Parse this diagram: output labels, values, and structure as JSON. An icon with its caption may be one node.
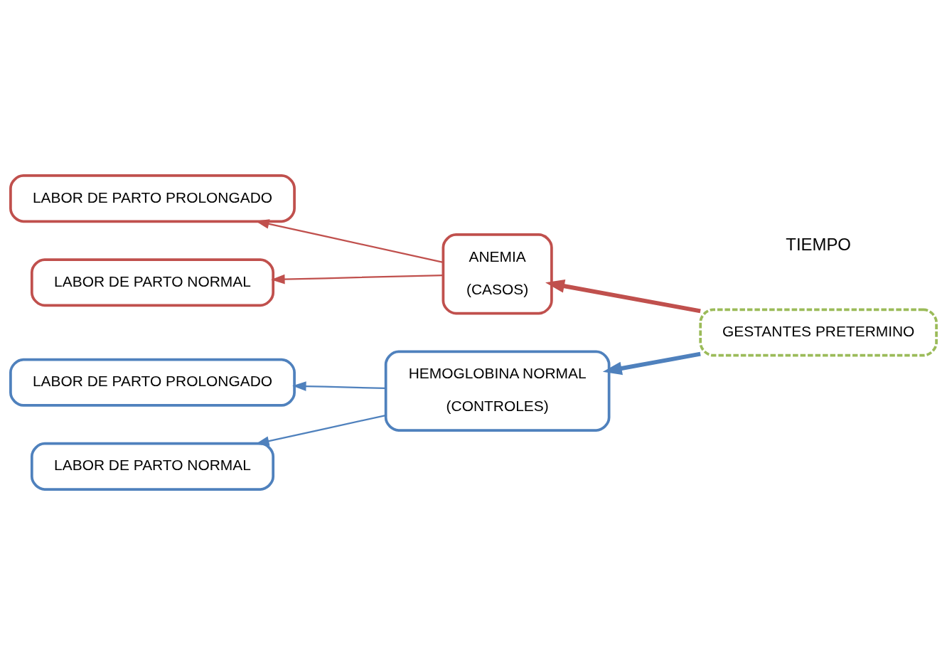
{
  "diagram": {
    "nodes": [
      {
        "text": [
          "LABOR DE PARTO PROLONGADO"
        ]
      },
      {
        "text": [
          "LABOR DE PARTO NORMAL"
        ]
      },
      {
        "text": [
          "ANEMIA",
          "(CASOS)"
        ]
      },
      {
        "text": [
          "GESTANTES PRETERMINO"
        ]
      },
      {
        "text": [
          "LABOR DE PARTO PROLONGADO"
        ]
      },
      {
        "text": [
          "LABOR DE PARTO NORMAL"
        ]
      },
      {
        "text": [
          "HEMOGLOBINA NORMAL",
          "(CONTROLES)"
        ]
      }
    ],
    "edges": [
      {
        "from": 3,
        "to": 2,
        "arrow": "to",
        "style": "thick",
        "color": "#c0504d"
      },
      {
        "from": 3,
        "to": 6,
        "arrow": "to",
        "style": "thick",
        "color": "#4f81bd"
      },
      {
        "from": 2,
        "to": 0,
        "arrow": "to",
        "color": "#c0504d"
      },
      {
        "from": 2,
        "to": 1,
        "arrow": "to",
        "color": "#c0504d"
      },
      {
        "from": 6,
        "to": 4,
        "arrow": "to",
        "color": "#4f81bd"
      },
      {
        "from": 6,
        "to": 5,
        "arrow": "to",
        "color": "#4f81bd"
      }
    ],
    "labels": [
      "TIEMPO"
    ]
  }
}
